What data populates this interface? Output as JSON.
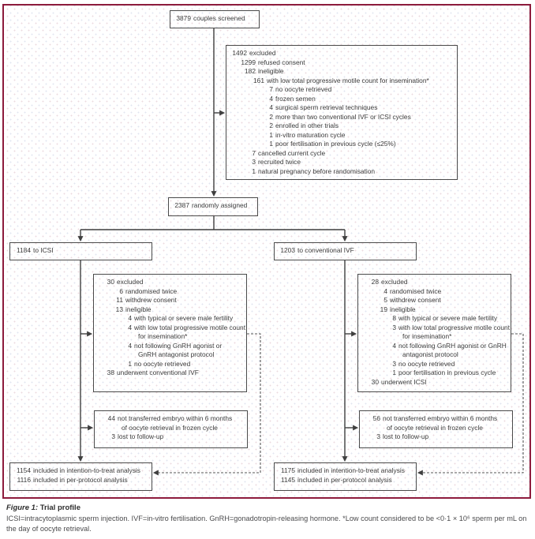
{
  "colors": {
    "panel_border": "#8D1B3C",
    "box_border": "#4a4a4a",
    "connector_line": "#3f3f3f",
    "text": "#3c3c3c"
  },
  "boxes": {
    "screened": {
      "lines": [
        {
          "n": "3879",
          "t": "couples screened",
          "i": 0
        }
      ]
    },
    "excluded": {
      "lines": [
        {
          "n": "1492",
          "t": "excluded",
          "i": 0
        },
        {
          "n": "1299",
          "t": "refused consent",
          "i": 1
        },
        {
          "n": "182",
          "t": "ineligible",
          "i": 1
        },
        {
          "n": "161",
          "t": "with low total progressive motile count for insemination*",
          "i": 2
        },
        {
          "n": "7",
          "t": "no oocyte retrieved",
          "i": 3
        },
        {
          "n": "4",
          "t": "frozen semen",
          "i": 3
        },
        {
          "n": "4",
          "t": "surgical sperm retrieval techniques",
          "i": 3
        },
        {
          "n": "2",
          "t": "more than two conventional IVF or ICSI cycles",
          "i": 3
        },
        {
          "n": "2",
          "t": "enrolled in other trials",
          "i": 3
        },
        {
          "n": "1",
          "t": "in-vitro maturation cycle",
          "i": 3
        },
        {
          "n": "1",
          "t": "poor fertilisation in previous cycle (≤25%)",
          "i": 3
        },
        {
          "n": "7",
          "t": "cancelled current cycle",
          "i": 1
        },
        {
          "n": "3",
          "t": "recruited twice",
          "i": 1
        },
        {
          "n": "1",
          "t": "natural pregnancy before randomisation",
          "i": 1
        }
      ]
    },
    "assigned": {
      "lines": [
        {
          "n": "2387",
          "t": "randomly assigned",
          "i": 0
        }
      ]
    },
    "icsi_arm": {
      "lines": [
        {
          "n": "1184",
          "t": "to ICSI",
          "i": 0
        }
      ]
    },
    "ivf_arm": {
      "lines": [
        {
          "n": "1203",
          "t": "to conventional IVF",
          "i": 0
        }
      ]
    },
    "icsi_excluded": {
      "lines": [
        {
          "n": "30",
          "t": "excluded",
          "i": 0
        },
        {
          "n": "6",
          "t": "randomised twice",
          "i": 1
        },
        {
          "n": "11",
          "t": "withdrew consent",
          "i": 1
        },
        {
          "n": "13",
          "t": "ineligible",
          "i": 1
        },
        {
          "n": "4",
          "t": "with typical or severe male fertility",
          "i": 2
        },
        {
          "n": "4",
          "t": "with low total progressive motile count",
          "i": 2
        },
        {
          "n": "",
          "t": "for insemination*",
          "i": 2,
          "c": true
        },
        {
          "n": "4",
          "t": "not following GnRH agonist or",
          "i": 2
        },
        {
          "n": "",
          "t": "GnRH antagonist protocol",
          "i": 2,
          "c": true
        },
        {
          "n": "1",
          "t": "no oocyte retrieved",
          "i": 2
        },
        {
          "n": "38",
          "t": "underwent conventional IVF",
          "i": 0
        }
      ]
    },
    "ivf_excluded": {
      "lines": [
        {
          "n": "28",
          "t": "excluded",
          "i": 0
        },
        {
          "n": "4",
          "t": "randomised twice",
          "i": 1
        },
        {
          "n": "5",
          "t": "withdrew consent",
          "i": 1
        },
        {
          "n": "19",
          "t": "ineligible",
          "i": 1
        },
        {
          "n": "8",
          "t": "with typical or severe male fertility",
          "i": 2
        },
        {
          "n": "3",
          "t": "with low total progressive motile count",
          "i": 2
        },
        {
          "n": "",
          "t": "for insemination*",
          "i": 2,
          "c": true
        },
        {
          "n": "4",
          "t": "not following GnRH agonist or GnRH",
          "i": 2
        },
        {
          "n": "",
          "t": "antagonist protocol",
          "i": 2,
          "c": true
        },
        {
          "n": "3",
          "t": "no oocyte retrieved",
          "i": 2
        },
        {
          "n": "1",
          "t": "poor fertilisation in previous cycle",
          "i": 2
        },
        {
          "n": "30",
          "t": "underwent ICSI",
          "i": 0
        }
      ]
    },
    "icsi_not_transferred": {
      "lines": [
        {
          "n": "44",
          "t": "not transferred embryo within 6 months",
          "i": 0
        },
        {
          "n": "",
          "t": "of oocyte retrieval in frozen cycle",
          "i": 0,
          "c": true
        },
        {
          "n": "3",
          "t": "lost to follow-up",
          "i": 0
        }
      ]
    },
    "ivf_not_transferred": {
      "lines": [
        {
          "n": "56",
          "t": "not transferred embryo within 6 months",
          "i": 0
        },
        {
          "n": "",
          "t": "of oocyte retrieval in frozen cycle",
          "i": 0,
          "c": true
        },
        {
          "n": "3",
          "t": "lost to follow-up",
          "i": 0
        }
      ]
    },
    "icsi_included": {
      "lines": [
        {
          "n": "1154",
          "t": "included in intention-to-treat analysis",
          "i": 0
        },
        {
          "n": "1116",
          "t": "included in per-protocol analysis",
          "i": 0
        }
      ]
    },
    "ivf_included": {
      "lines": [
        {
          "n": "1175",
          "t": "included in intention-to-treat analysis",
          "i": 0
        },
        {
          "n": "1145",
          "t": "included in per-protocol analysis",
          "i": 0
        }
      ]
    }
  },
  "caption": {
    "label": "Figure 1:",
    "title": "Trial profile",
    "body": "ICSI=intracytoplasmic sperm injection. IVF=in-vitro fertilisation. GnRH=gonadotropin-releasing hormone. *Low count considered to be <0·1 × 10⁶ sperm per mL on the day of oocyte retrieval."
  }
}
